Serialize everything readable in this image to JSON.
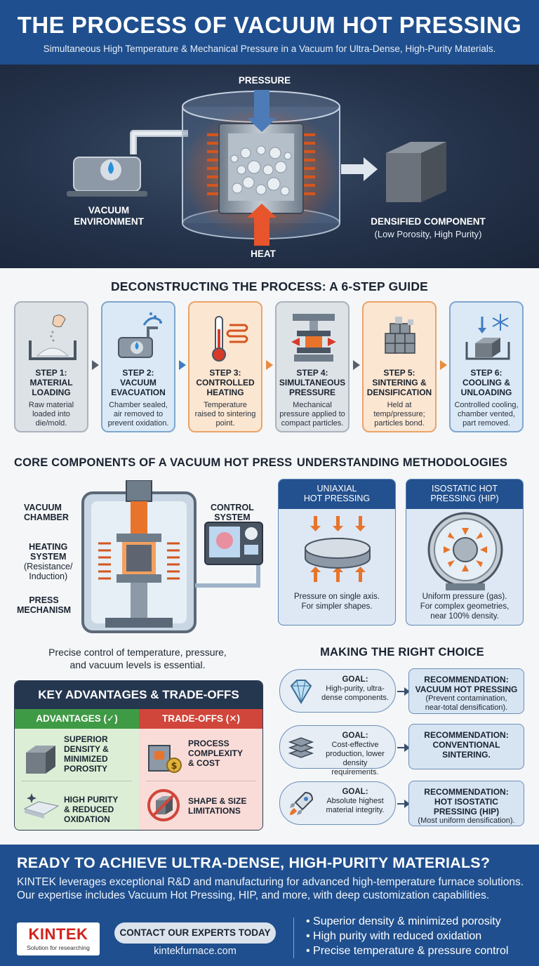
{
  "header": {
    "title": "THE PROCESS OF VACUUM HOT PRESSING",
    "subtitle": "Simultaneous High Temperature & Mechanical Pressure in a Vacuum for Ultra-Dense, High-Purity Materials."
  },
  "hero": {
    "pressure_label": "PRESSURE",
    "heat_label": "HEAT",
    "vacuum_label_1": "VACUUM",
    "vacuum_label_2": "ENVIRONMENT",
    "component_label": "DENSIFIED COMPONENT",
    "component_sub": "(Low Porosity, High Purity)"
  },
  "steps_title": "DECONSTRUCTING THE PROCESS: A 6-STEP GUIDE",
  "steps": [
    {
      "title_1": "STEP 1:",
      "title_2": "MATERIAL",
      "title_3": "LOADING",
      "desc_1": "Raw material",
      "desc_2": "loaded into",
      "desc_3": "die/mold."
    },
    {
      "title_1": "STEP 2:",
      "title_2": "VACUUM",
      "title_3": "EVACUATION",
      "desc_1": "Chamber sealed,",
      "desc_2": "air removed to",
      "desc_3": "prevent oxidation."
    },
    {
      "title_1": "STEP 3:",
      "title_2": "CONTROLLED",
      "title_3": "HEATING",
      "desc_1": "Temperature",
      "desc_2": "raised to sintering",
      "desc_3": "point."
    },
    {
      "title_1": "STEP 4:",
      "title_2": "SIMULTANEOUS",
      "title_3": "PRESSURE",
      "desc_1": "Mechanical",
      "desc_2": "pressure applied to",
      "desc_3": "compact particles."
    },
    {
      "title_1": "STEP 5:",
      "title_2": "SINTERING &",
      "title_3": "DENSIFICATION",
      "desc_1": "Held at",
      "desc_2": "temp/pressure;",
      "desc_3": "particles bond."
    },
    {
      "title_1": "STEP 6:",
      "title_2": "COOLING &",
      "title_3": "UNLOADING",
      "desc_1": "Controlled cooling,",
      "desc_2": "chamber vented,",
      "desc_3": "part removed."
    }
  ],
  "components": {
    "title": "CORE COMPONENTS OF A VACUUM HOT PRESS",
    "vacuum_1": "VACUUM",
    "vacuum_2": "CHAMBER",
    "heating_1": "HEATING",
    "heating_2": "SYSTEM",
    "heating_3": "(Resistance/",
    "heating_4": "Induction)",
    "press_1": "PRESS",
    "press_2": "MECHANISM",
    "control_1": "CONTROL",
    "control_2": "SYSTEM",
    "note_1": "Precise control of temperature, pressure,",
    "note_2": "and vacuum levels is essential."
  },
  "advantages": {
    "title": "KEY ADVANTAGES & TRADE-OFFS",
    "adv_header": "ADVANTAGES (✓)",
    "trade_header": "TRADE-OFFS (✕)",
    "adv_1_a": "SUPERIOR",
    "adv_1_b": "DENSITY &",
    "adv_1_c": "MINIMIZED",
    "adv_1_d": "POROSITY",
    "adv_2_a": "HIGH PURITY",
    "adv_2_b": "& REDUCED",
    "adv_2_c": "OXIDATION",
    "trade_1_a": "PROCESS",
    "trade_1_b": "COMPLEXITY",
    "trade_1_c": "& COST",
    "trade_2_a": "SHAPE & SIZE",
    "trade_2_b": "LIMITATIONS"
  },
  "methods": {
    "title": "UNDERSTANDING METHODOLOGIES",
    "uniaxial_h1": "UNIAXIAL",
    "uniaxial_h2": "HOT PRESSING",
    "uniaxial_d1": "Pressure on single axis.",
    "uniaxial_d2": "For simpler shapes.",
    "hip_h1": "ISOSTATIC HOT",
    "hip_h2": "PRESSING (HIP)",
    "hip_d1": "Uniform pressure (gas).",
    "hip_d2": "For complex geometries,",
    "hip_d3": "near 100% density."
  },
  "choice": {
    "title": "MAKING THE RIGHT CHOICE",
    "items": [
      {
        "goal": "GOAL:",
        "g1": "High-purity, ultra-",
        "g2": "dense components.",
        "g3": "",
        "rec": "RECOMMENDATION:",
        "r1": "VACUUM HOT PRESSING",
        "r2": "(Prevent contamination,",
        "r3": "near-total densification)."
      },
      {
        "goal": "GOAL:",
        "g1": "Cost-effective",
        "g2": "production, lower",
        "g3": "density requirements.",
        "rec": "RECOMMENDATION:",
        "r1": "CONVENTIONAL",
        "r2": "SINTERING.",
        "r3": ""
      },
      {
        "goal": "GOAL:",
        "g1": "Absolute highest",
        "g2": "material integrity.",
        "g3": "",
        "rec": "RECOMMENDATION:",
        "r1": "HOT ISOSTATIC",
        "r2": "PRESSING (HIP)",
        "r3": "(Most uniform densification)."
      }
    ]
  },
  "footer": {
    "headline": "READY TO ACHIEVE ULTRA-DENSE, HIGH-PURITY MATERIALS?",
    "paragraph": "KINTEK leverages exceptional R&D and manufacturing for advanced high-temperature furnace solutions. Our expertise includes Vacuum Hot Pressing, HIP, and more, with deep customization capabilities.",
    "logo_name": "KINTEK",
    "logo_tagline": "Solution for researching",
    "cta": "CONTACT OUR EXPERTS TODAY",
    "url": "kintekfurnace.com",
    "bullets": [
      "Superior density & minimized porosity",
      "High purity with reduced oxidation",
      "Precise temperature & pressure control"
    ]
  },
  "colors": {
    "brand_blue": "#1f4f8e",
    "accent_orange": "#ea8c3e",
    "advantage_green": "#3f9a45",
    "tradeoff_red": "#d0463b"
  }
}
